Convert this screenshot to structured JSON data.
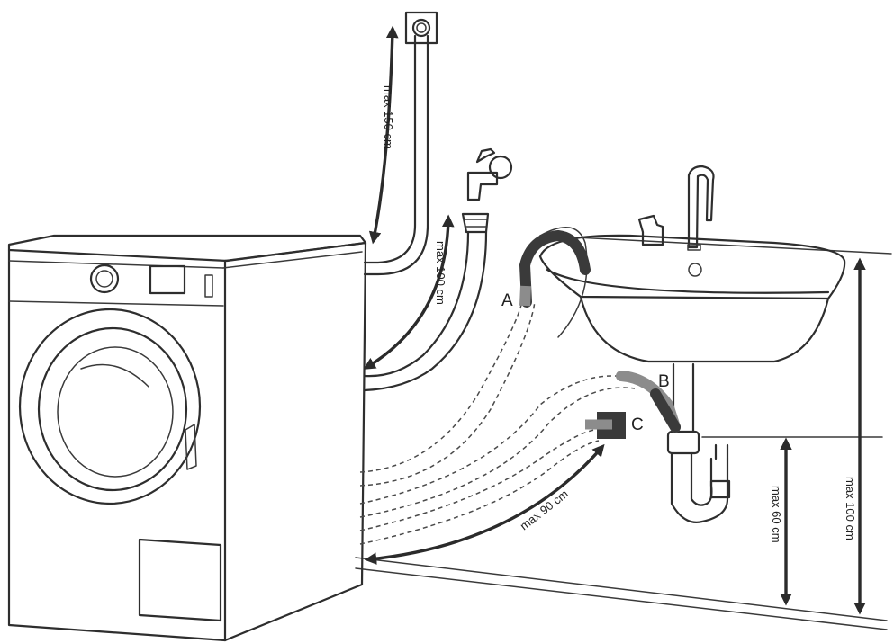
{
  "labels": {
    "supply_pipe": "max 150 cm",
    "tap_hose": "max 100 cm",
    "floor_hose": "max 90 cm",
    "drain_height": "max 60 cm",
    "sink_height": "max 100 cm"
  },
  "positions": {
    "a": "A",
    "b": "B",
    "c": "C"
  },
  "colors": {
    "line": "#2e2e2e",
    "hose_dark": "#3a3a3a",
    "hose_grey": "#8c8c8c"
  }
}
